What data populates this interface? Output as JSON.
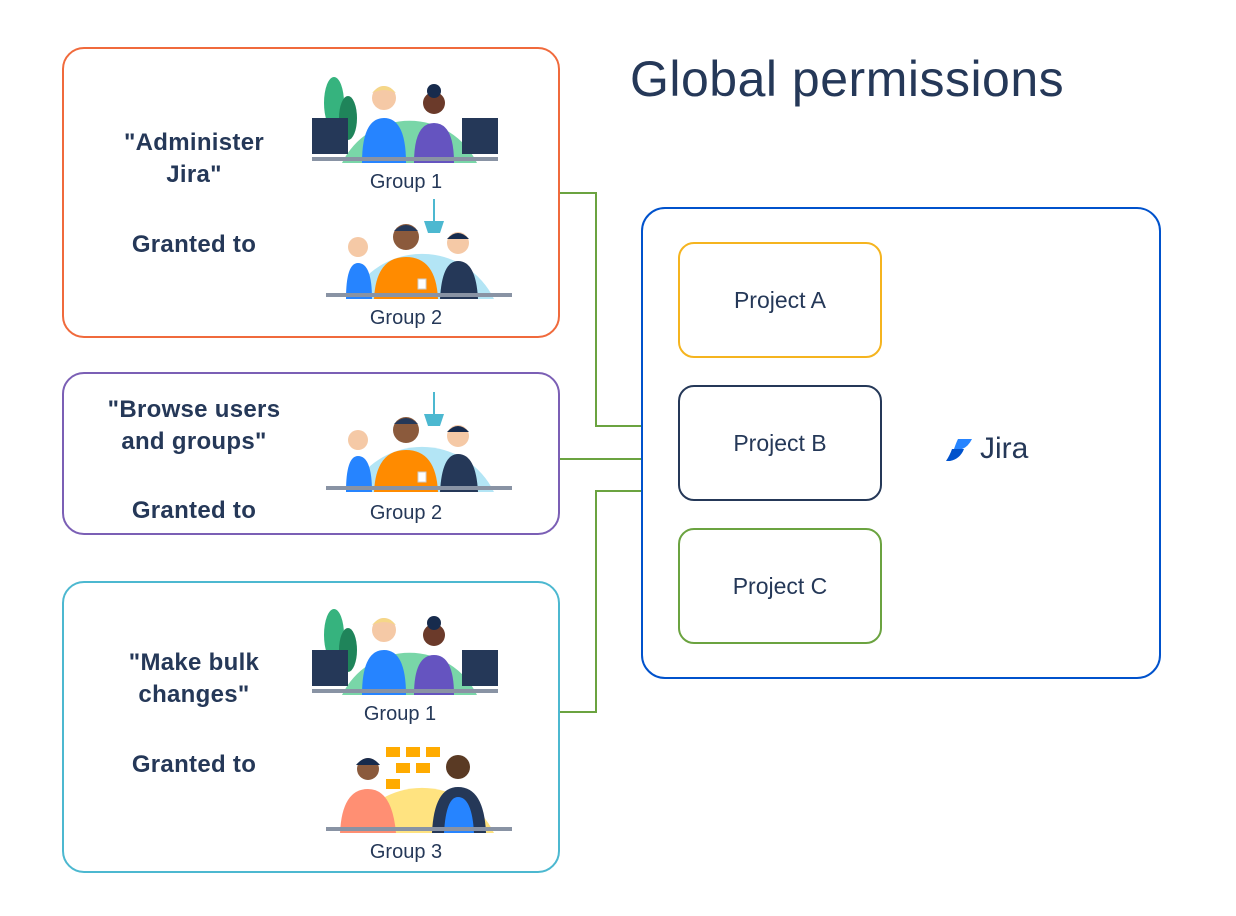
{
  "title": "Global permissions",
  "colors": {
    "administer": "#F06A3C",
    "browse": "#7B5FB5",
    "bulk": "#4CB8D0",
    "jira": "#0052CC",
    "project_a": "#F5B41F",
    "project_b": "#253858",
    "project_c": "#6BA340",
    "connector": "#6BA340"
  },
  "permissions": [
    {
      "name_line1": "\"Administer",
      "name_line2": "Jira\"",
      "granted": "Granted to",
      "groups": [
        "Group 1",
        "Group 2"
      ]
    },
    {
      "name_line1": "\"Browse users",
      "name_line2": "and groups\"",
      "granted": "Granted to",
      "groups": [
        "Group 2"
      ]
    },
    {
      "name_line1": "\"Make bulk",
      "name_line2": "changes\"",
      "granted": "Granted to",
      "groups": [
        "Group 1",
        "Group 3"
      ]
    }
  ],
  "projects": [
    "Project A",
    "Project B",
    "Project C"
  ],
  "jira_label": "Jira"
}
